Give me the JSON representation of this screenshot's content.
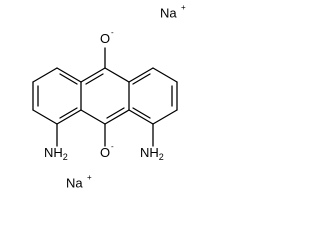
{
  "molecule": {
    "counterions": [
      {
        "symbol": "Na",
        "charge": "+"
      },
      {
        "symbol": "Na",
        "charge": "+"
      }
    ],
    "oxygens": [
      {
        "symbol": "O",
        "charge": "-"
      },
      {
        "symbol": "O",
        "charge": "-"
      }
    ],
    "amines": [
      {
        "symbol": "NH",
        "subscript": "2"
      },
      {
        "symbol": "NH",
        "subscript": "2"
      }
    ]
  }
}
